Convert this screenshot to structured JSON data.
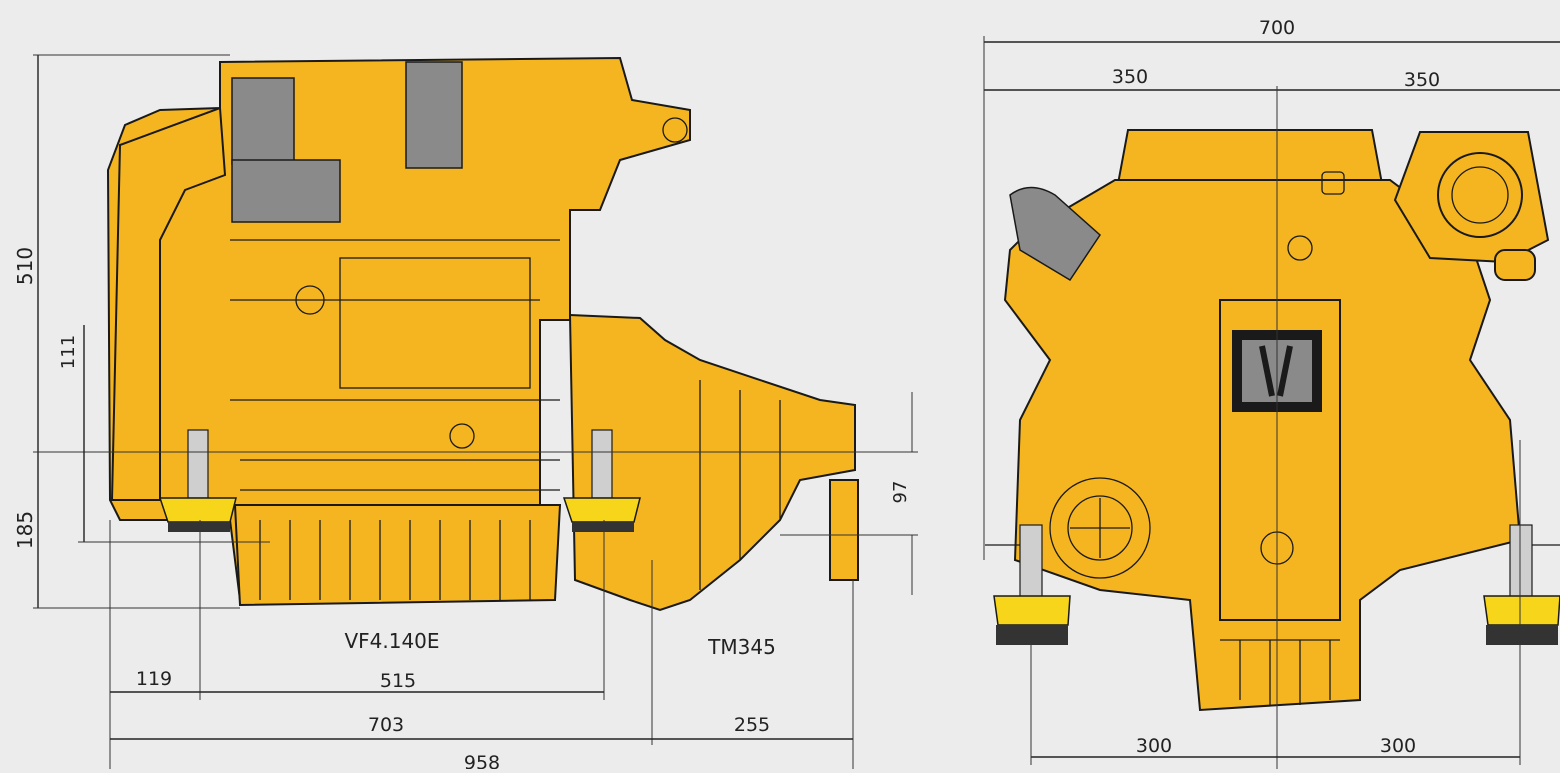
{
  "side_view": {
    "engine_label": "VF4.140E",
    "gearbox_label": "TM345",
    "dim_height_total": "510",
    "dim_111": "111",
    "dim_185": "185",
    "dim_97": "97",
    "dim_119": "119",
    "dim_515": "515",
    "dim_703": "703",
    "dim_255": "255",
    "dim_958": "958"
  },
  "front_view": {
    "dim_width_total": "700",
    "dim_half_left": "350",
    "dim_half_right": "350",
    "dim_mount_left": "300",
    "dim_mount_right": "300"
  },
  "colors": {
    "engine_yellow": "#f5b521",
    "mount_yellow": "#f7d51b",
    "background": "#ececec"
  }
}
